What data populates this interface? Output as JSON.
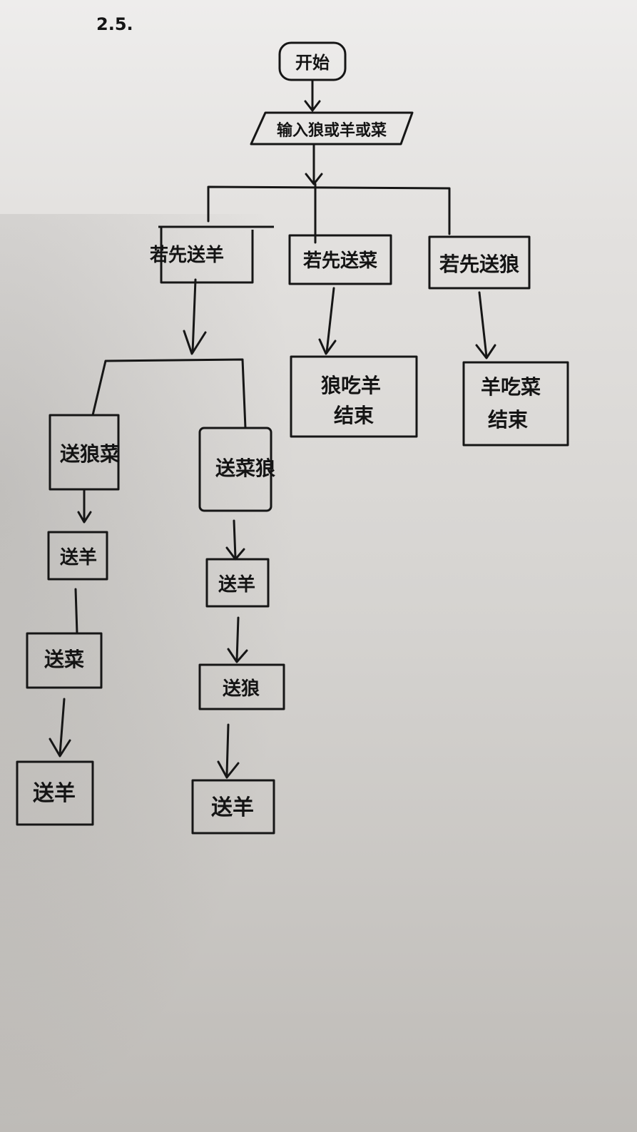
{
  "page_number": "2.5.",
  "flowchart": {
    "start": "开始",
    "input": "输入狼或羊或菜",
    "branches": {
      "sheep": "若先送羊",
      "vegetable": "若先送菜",
      "wolf": "若先送狼"
    },
    "outcomes": {
      "wolf_eats_sheep": [
        "狼吃羊",
        "结束"
      ],
      "sheep_eats_vegetable": [
        "羊吃菜",
        "结束"
      ]
    },
    "paths": {
      "left": [
        "送狼菜",
        "送羊",
        "送菜",
        "送羊"
      ],
      "right": [
        "送菜狼",
        "送羊",
        "送狼",
        "送羊"
      ]
    }
  }
}
